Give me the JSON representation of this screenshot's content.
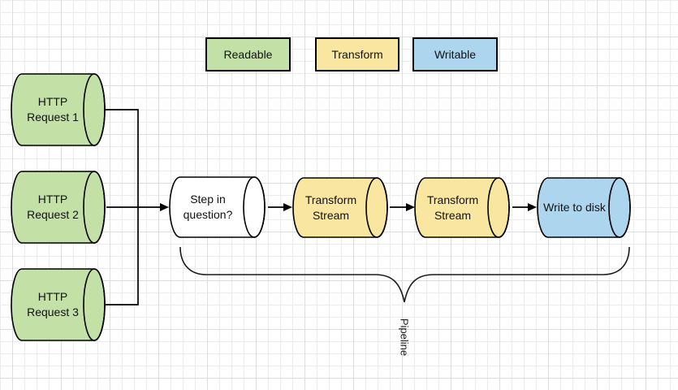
{
  "diagram": {
    "legend": {
      "items": [
        {
          "id": "readable",
          "label": "Readable",
          "color": "#c3e1a6"
        },
        {
          "id": "transform",
          "label": "Transform",
          "color": "#f9e6a0"
        },
        {
          "id": "writable",
          "label": "Writable",
          "color": "#aed5ee"
        }
      ]
    },
    "nodes": [
      {
        "id": "http-request-1",
        "label": "HTTP\nRequest 1",
        "shape": "cylinder",
        "color": "#c3e1a6"
      },
      {
        "id": "http-request-2",
        "label": "HTTP\nRequest 2",
        "shape": "cylinder",
        "color": "#c3e1a6"
      },
      {
        "id": "http-request-3",
        "label": "HTTP\nRequest 3",
        "shape": "cylinder",
        "color": "#c3e1a6"
      },
      {
        "id": "step-in-question",
        "label": "Step in\nquestion?",
        "shape": "cylinder",
        "color": "#ffffff"
      },
      {
        "id": "transform-stream-1",
        "label": "Transform\nStream",
        "shape": "cylinder",
        "color": "#f9e6a0"
      },
      {
        "id": "transform-stream-2",
        "label": "Transform\nStream",
        "shape": "cylinder",
        "color": "#f9e6a0"
      },
      {
        "id": "write-to-disk",
        "label": "Write to disk",
        "shape": "cylinder",
        "color": "#aed5ee"
      }
    ],
    "edges": [
      {
        "from": "http-request-1",
        "to": "step-in-question",
        "arrow": false
      },
      {
        "from": "http-request-2",
        "to": "step-in-question",
        "arrow": true
      },
      {
        "from": "http-request-3",
        "to": "step-in-question",
        "arrow": false
      },
      {
        "from": "step-in-question",
        "to": "transform-stream-1",
        "arrow": true
      },
      {
        "from": "transform-stream-1",
        "to": "transform-stream-2",
        "arrow": true
      },
      {
        "from": "transform-stream-2",
        "to": "write-to-disk",
        "arrow": true
      }
    ],
    "brace": {
      "label": "Pipeline"
    },
    "colors": {
      "stroke": "#000000",
      "grid_minor": "#ececec",
      "grid_major": "#dddddd",
      "canvas_background": "#ffffff"
    }
  }
}
